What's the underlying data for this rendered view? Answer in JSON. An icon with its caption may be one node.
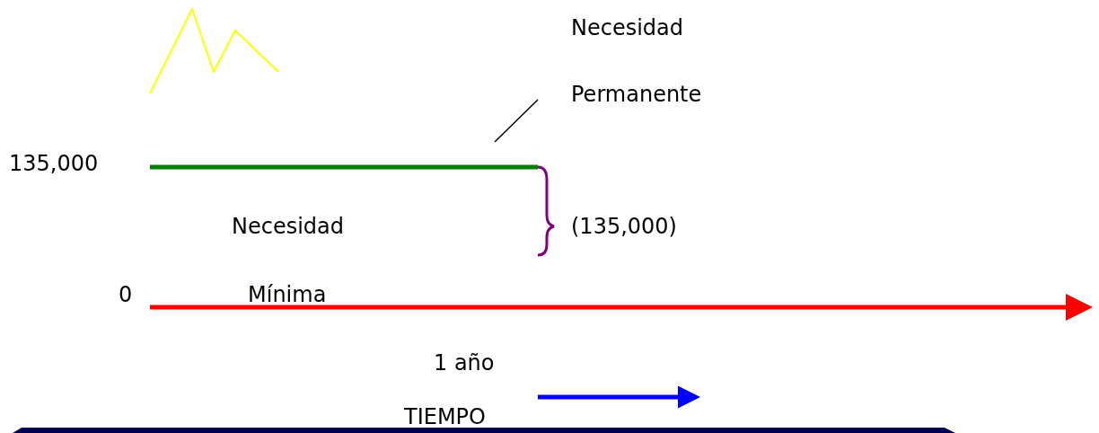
{
  "diagram": {
    "labels": [
      "Necesidad",
      "Permanente",
      "135,000",
      "Necesidad",
      "(135,000)",
      "0",
      "Mínima",
      "1 año",
      "TIEMPO"
    ]
  }
}
